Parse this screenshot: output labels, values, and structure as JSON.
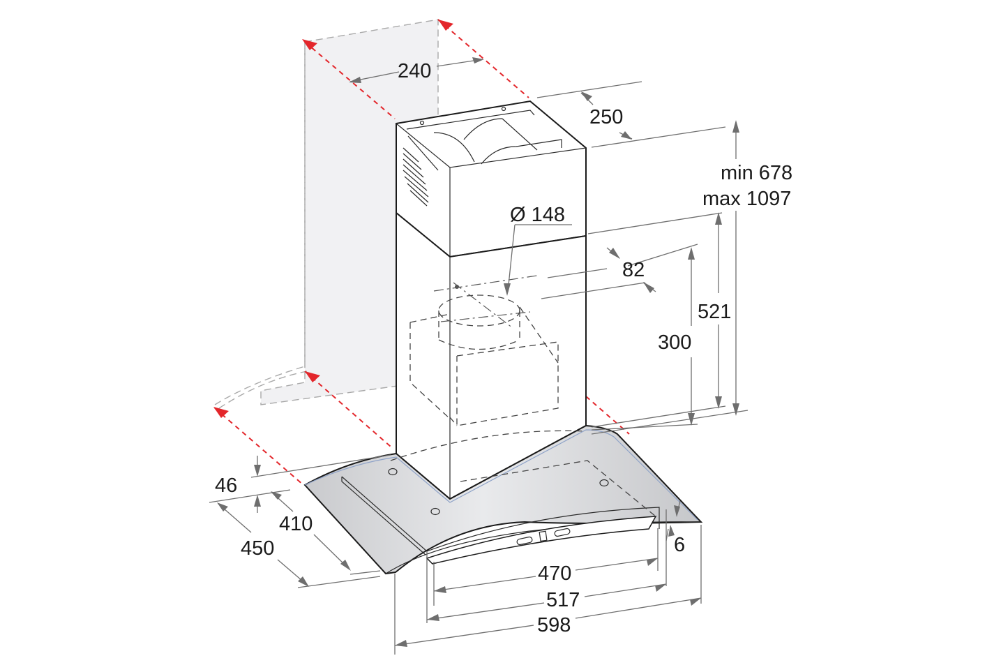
{
  "diagram": {
    "subject": "Chimney cooker hood with curved glass canopy - installation dimensions",
    "units": "mm",
    "colors": {
      "outline": "#1a1a1a",
      "dimension_line": "#6e6e6e",
      "wall_reference": "#e3262b",
      "wall_fill": "#f1f1f3",
      "glass_fill": "#d9dadc",
      "glass_edge": "#8fa3c8"
    },
    "dimensions": {
      "chimney_width": "240",
      "chimney_depth": "250",
      "chimney_height_min": "min 678",
      "chimney_height_max": "max 1097",
      "duct_diameter": "Ø 148",
      "duct_offset": "82",
      "lower_chimney_height": "521",
      "duct_outlet_height": "300",
      "canopy_thickness": "46",
      "inner_depth": "410",
      "outer_depth": "450",
      "glass_thickness": "6",
      "control_width": "470",
      "inner_width": "517",
      "overall_width": "598"
    }
  }
}
